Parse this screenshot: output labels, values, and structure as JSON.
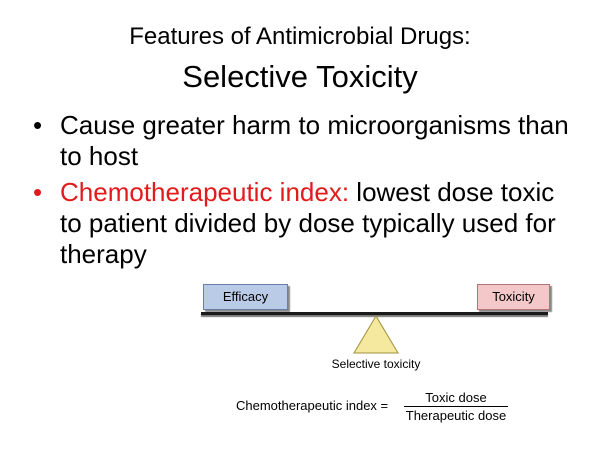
{
  "slide": {
    "title_line1": "Features of Antimicrobial Drugs:",
    "title_line2": "Selective Toxicity"
  },
  "bullets": [
    {
      "marker": "•",
      "text": "Cause greater harm to microorganisms than to host"
    },
    {
      "marker": "•",
      "highlight": "Chemotherapeutic index:",
      "text": " lowest dose toxic to patient divided by dose typically used for therapy"
    }
  ],
  "diagram": {
    "left_box": "Efficacy",
    "right_box": "Toxicity",
    "fulcrum_label": "Selective toxicity",
    "formula": {
      "lhs": "Chemotherapeutic index =",
      "numerator": "Toxic dose",
      "denominator": "Therapeutic dose"
    }
  },
  "colors": {
    "highlight_text": "#e11b1b",
    "efficacy_fill": "#b9cbe6",
    "toxicity_fill": "#f4c7c8",
    "fulcrum_fill": "#f5e9a0"
  }
}
